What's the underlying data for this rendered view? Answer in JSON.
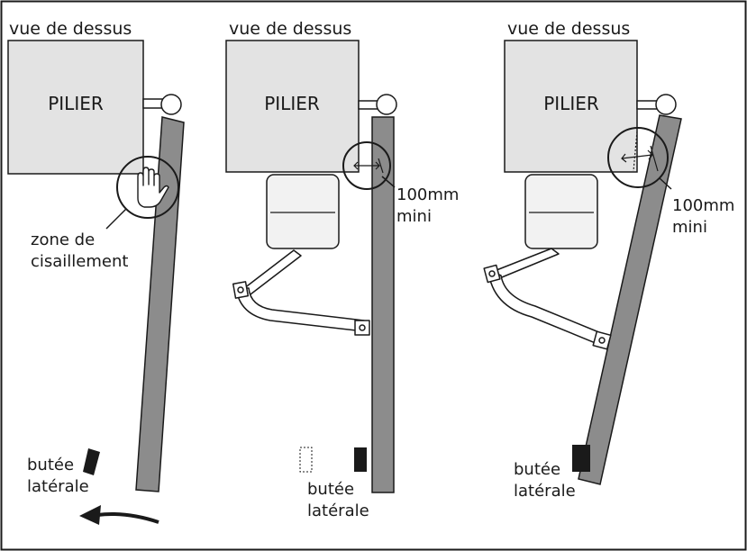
{
  "colors": {
    "pillar_fill": "#e3e3e3",
    "gate_fill": "#8c8c8c",
    "stroke": "#1a1a1a",
    "stop_fill": "#1a1a1a",
    "motor_fill": "#f2f2f2"
  },
  "panels": [
    {
      "title": "vue de dessus",
      "pillar_label": "PILIER",
      "annotation": [
        "zone de",
        "cisaillement"
      ],
      "stop_label": [
        "butée",
        "latérale"
      ],
      "icons": [
        "hand-icon",
        "curved-arrow-icon"
      ]
    },
    {
      "title": "vue de dessus",
      "pillar_label": "PILIER",
      "annotation": [
        "100mm",
        "mini"
      ],
      "stop_label": [
        "butée",
        "latérale"
      ],
      "icons": [
        "motor-unit",
        "articulated-arm"
      ]
    },
    {
      "title": "vue de dessus",
      "pillar_label": "PILIER",
      "annotation": [
        "100mm",
        "mini"
      ],
      "stop_label": [
        "butée",
        "latérale"
      ],
      "icons": [
        "motor-unit",
        "articulated-arm"
      ]
    }
  ]
}
